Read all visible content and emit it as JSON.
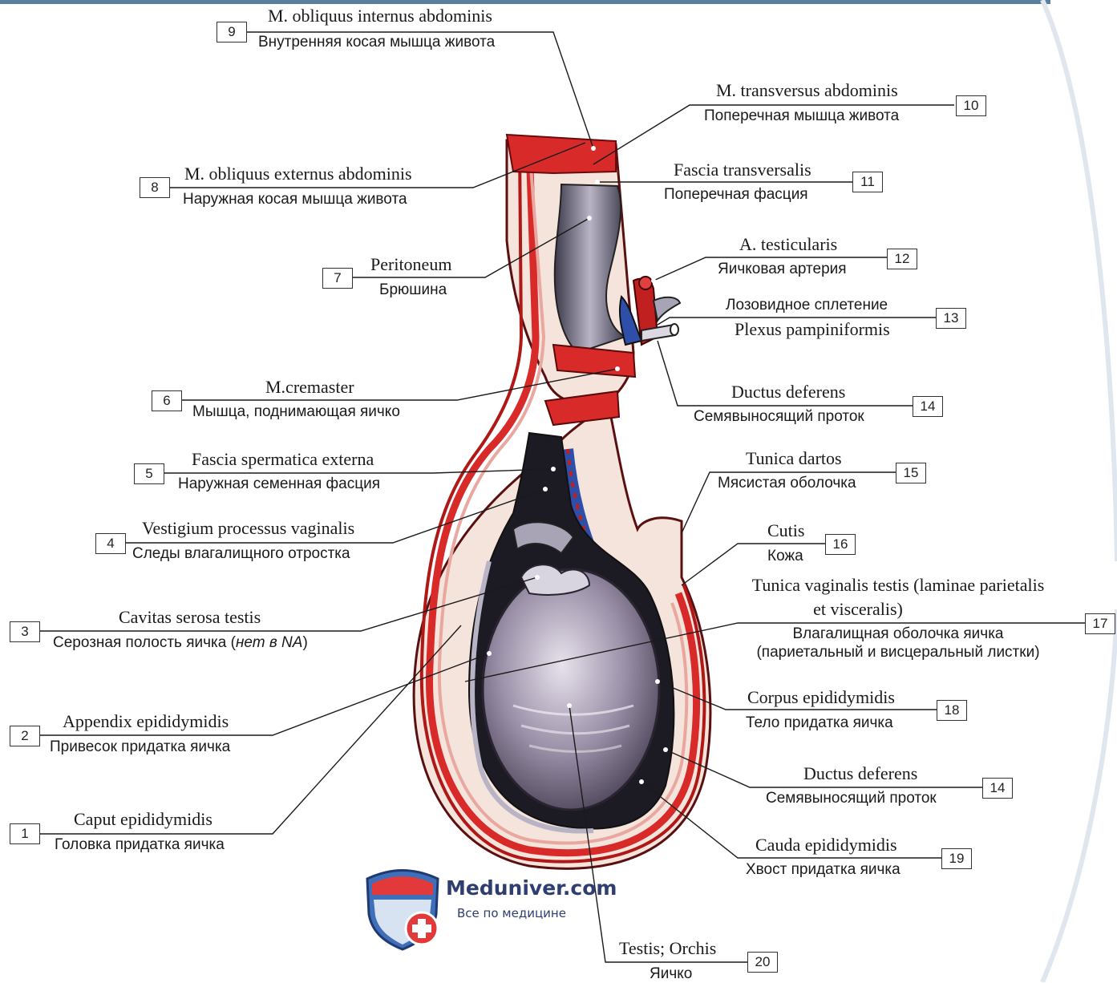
{
  "colors": {
    "muscle": "#d92a2a",
    "fascia": "#f3d9d6",
    "cavity": "#1c1a22",
    "testis": "#8c8498",
    "vessel_blue": "#2e4ea8",
    "frame": "#5a7f9c"
  },
  "labels": [
    {
      "num": "9",
      "latin": "M. obliquus internus abdominis",
      "russian": "Внутренняя косая мышца живота"
    },
    {
      "num": "10",
      "latin": "M. transversus abdominis",
      "russian": "Поперечная мышца живота"
    },
    {
      "num": "8",
      "latin": "M. obliquus externus abdominis",
      "russian": "Наружная косая мышца живота"
    },
    {
      "num": "11",
      "latin": "Fascia transversalis",
      "russian": "Поперечная фасция"
    },
    {
      "num": "7",
      "latin": "Peritoneum",
      "russian": "Брюшина"
    },
    {
      "num": "12",
      "latin": "A. testicularis",
      "russian": "Яичковая артерия"
    },
    {
      "num": "13",
      "latin": "Лозовидное сплетение",
      "russian": "Plexus pampiniformis"
    },
    {
      "num": "6",
      "latin": "M.cremaster",
      "russian": "Мышца, поднимающая яичко"
    },
    {
      "num": "14",
      "latin": "Ductus deferens",
      "russian": "Семявыносящий проток"
    },
    {
      "num": "5",
      "latin": "Fascia spermatica externa",
      "russian": "Наружная семенная фасция"
    },
    {
      "num": "15",
      "latin": "Tunica dartos",
      "russian": "Мясистая оболочка"
    },
    {
      "num": "4",
      "latin": "Vestigium processus vaginalis",
      "russian": "Следы влагалищного отростка"
    },
    {
      "num": "16",
      "latin": "Cutis",
      "russian": "Кожа"
    },
    {
      "num": "17",
      "latin_line1": "Tunica vaginalis testis (laminae parietalis",
      "latin_line2": "et visceralis)",
      "russian_line1": "Влагалищная оболочка яичка",
      "russian_line2": "(париетальный и висцеральный листки)"
    },
    {
      "num": "3",
      "latin": "Cavitas serosa testis",
      "russian": "Серозная полость яичка (",
      "russian_italic": "нет в NA",
      "russian_end": ")"
    },
    {
      "num": "18",
      "latin": "Corpus epididymidis",
      "russian": "Тело придатка яичка"
    },
    {
      "num": "2",
      "latin": "Appendix epididymidis",
      "russian": "Привесок придатка яичка"
    },
    {
      "num": "14",
      "latin": "Ductus deferens",
      "russian": "Семявыносящий проток"
    },
    {
      "num": "1",
      "latin": "Caput epididymidis",
      "russian": "Головка придатка яичка"
    },
    {
      "num": "19",
      "latin": "Cauda epididymidis",
      "russian": "Хвост придатка яичка"
    },
    {
      "num": "20",
      "latin": "Testis; Orchis",
      "russian": "Яичко"
    }
  ],
  "logo": {
    "name": "Meduniver.com",
    "tagline": "Все по медицине",
    "icon": "shield-cross-icon"
  }
}
